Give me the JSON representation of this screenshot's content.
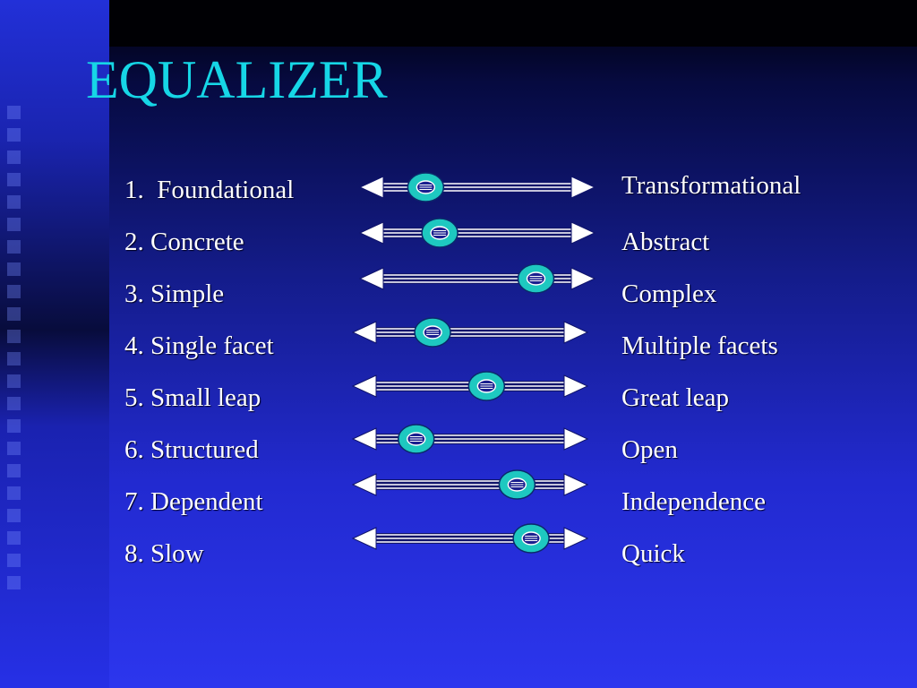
{
  "slide": {
    "title": "EQUALIZER",
    "accent_color": "#16d6e6",
    "knob_color": "#1ec8c0",
    "rows": [
      {
        "left": "1.  Foundational",
        "right": "Transformational",
        "level": 0.28
      },
      {
        "left": "2. Concrete",
        "right": "Abstract",
        "level": 0.34
      },
      {
        "left": "3. Simple",
        "right": "Complex",
        "level": 0.75
      },
      {
        "left": "4. Single facet",
        "right": "Multiple facets",
        "level": 0.34
      },
      {
        "left": "5. Small leap",
        "right": "Great leap",
        "level": 0.57
      },
      {
        "left": "6. Structured",
        "right": "Open",
        "level": 0.27
      },
      {
        "left": "7. Dependent",
        "right": "Independence",
        "level": 0.7
      },
      {
        "left": "8. Slow",
        "right": "Quick",
        "level": 0.76
      }
    ]
  }
}
